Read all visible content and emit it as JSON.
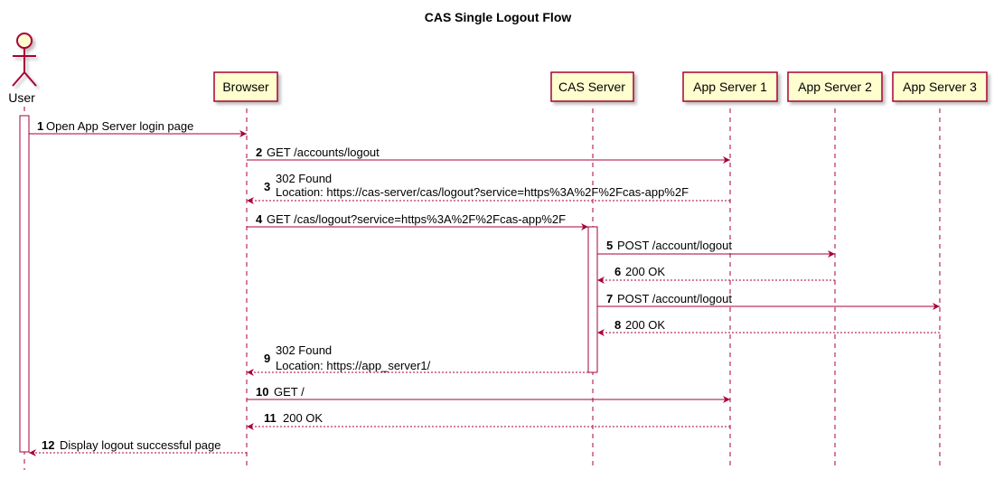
{
  "title": "CAS Single Logout Flow",
  "actor": {
    "label": "User"
  },
  "participants": [
    {
      "id": "browser",
      "label": "Browser"
    },
    {
      "id": "cas",
      "label": "CAS Server"
    },
    {
      "id": "app1",
      "label": "App Server 1"
    },
    {
      "id": "app2",
      "label": "App Server 2"
    },
    {
      "id": "app3",
      "label": "App Server 3"
    }
  ],
  "colors": {
    "line": "#a80036",
    "box_fill": "#fefece",
    "activation_fill": "#ffffff",
    "lifeline": "#a80036"
  },
  "messages": [
    {
      "num": "1",
      "lines": [
        "Open App Server login page"
      ],
      "from": "user",
      "to": "browser",
      "style": "solid"
    },
    {
      "num": "2",
      "lines": [
        "GET /accounts/logout"
      ],
      "from": "browser",
      "to": "app1",
      "style": "solid"
    },
    {
      "num": "3",
      "lines": [
        "302 Found",
        "Location: https://cas-server/cas/logout?service=https%3A%2F%2Fcas-app%2F"
      ],
      "from": "app1",
      "to": "browser",
      "style": "dashed"
    },
    {
      "num": "4",
      "lines": [
        "GET /cas/logout?service=https%3A%2F%2Fcas-app%2F"
      ],
      "from": "browser",
      "to": "cas",
      "style": "solid"
    },
    {
      "num": "5",
      "lines": [
        "POST /account/logout"
      ],
      "from": "cas",
      "to": "app2",
      "style": "solid"
    },
    {
      "num": "6",
      "lines": [
        "200 OK"
      ],
      "from": "app2",
      "to": "cas",
      "style": "dashed"
    },
    {
      "num": "7",
      "lines": [
        "POST /account/logout"
      ],
      "from": "cas",
      "to": "app3",
      "style": "solid"
    },
    {
      "num": "8",
      "lines": [
        "200 OK"
      ],
      "from": "app3",
      "to": "cas",
      "style": "dashed"
    },
    {
      "num": "9",
      "lines": [
        "302 Found",
        "Location: https://app_server1/"
      ],
      "from": "cas",
      "to": "browser",
      "style": "dashed"
    },
    {
      "num": "10",
      "lines": [
        "GET /"
      ],
      "from": "browser",
      "to": "app1",
      "style": "solid"
    },
    {
      "num": "11",
      "lines": [
        "200 OK"
      ],
      "from": "app1",
      "to": "browser",
      "style": "dashed"
    },
    {
      "num": "12",
      "lines": [
        "Display logout successful page"
      ],
      "from": "browser",
      "to": "user",
      "style": "dashed"
    }
  ]
}
